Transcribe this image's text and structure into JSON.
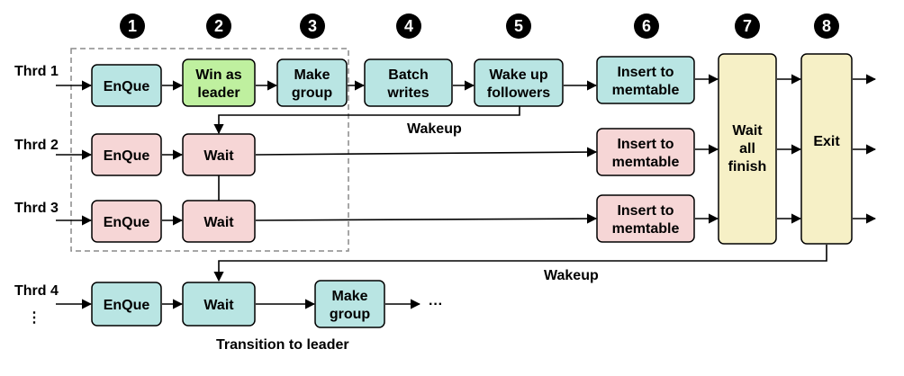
{
  "steps": [
    "1",
    "2",
    "3",
    "4",
    "5",
    "6",
    "7",
    "8"
  ],
  "threads": {
    "t1": "Thrd 1",
    "t2": "Thrd 2",
    "t3": "Thrd 3",
    "t4": "Thrd 4",
    "more": "⋮"
  },
  "nodes": {
    "t1_enque": [
      "EnQue"
    ],
    "t1_win": [
      "Win as",
      "leader"
    ],
    "t1_make": [
      "Make",
      "group"
    ],
    "t1_batch": [
      "Batch",
      "writes"
    ],
    "t1_wake": [
      "Wake up",
      "followers"
    ],
    "t1_insert": [
      "Insert to",
      "memtable"
    ],
    "t2_enque": [
      "EnQue"
    ],
    "t2_wait": [
      "Wait"
    ],
    "t2_insert": [
      "Insert to",
      "memtable"
    ],
    "t3_enque": [
      "EnQue"
    ],
    "t3_wait": [
      "Wait"
    ],
    "t3_insert": [
      "Insert to",
      "memtable"
    ],
    "wait_all": [
      "Wait",
      "all",
      "finish"
    ],
    "exit": [
      "Exit"
    ],
    "t4_enque": [
      "EnQue"
    ],
    "t4_wait": [
      "Wait"
    ],
    "t4_make": [
      "Make",
      "group"
    ]
  },
  "labels": {
    "wakeup1": "Wakeup",
    "wakeup2": "Wakeup",
    "transition": "Transition to leader",
    "ellipsis": "···"
  },
  "colors": {
    "teal": "#b9e5e3",
    "green": "#bff09f",
    "pink": "#f6d6d6",
    "yellow": "#f6f0c6",
    "circle": "#000000",
    "dashed": "#8a8a8a"
  }
}
